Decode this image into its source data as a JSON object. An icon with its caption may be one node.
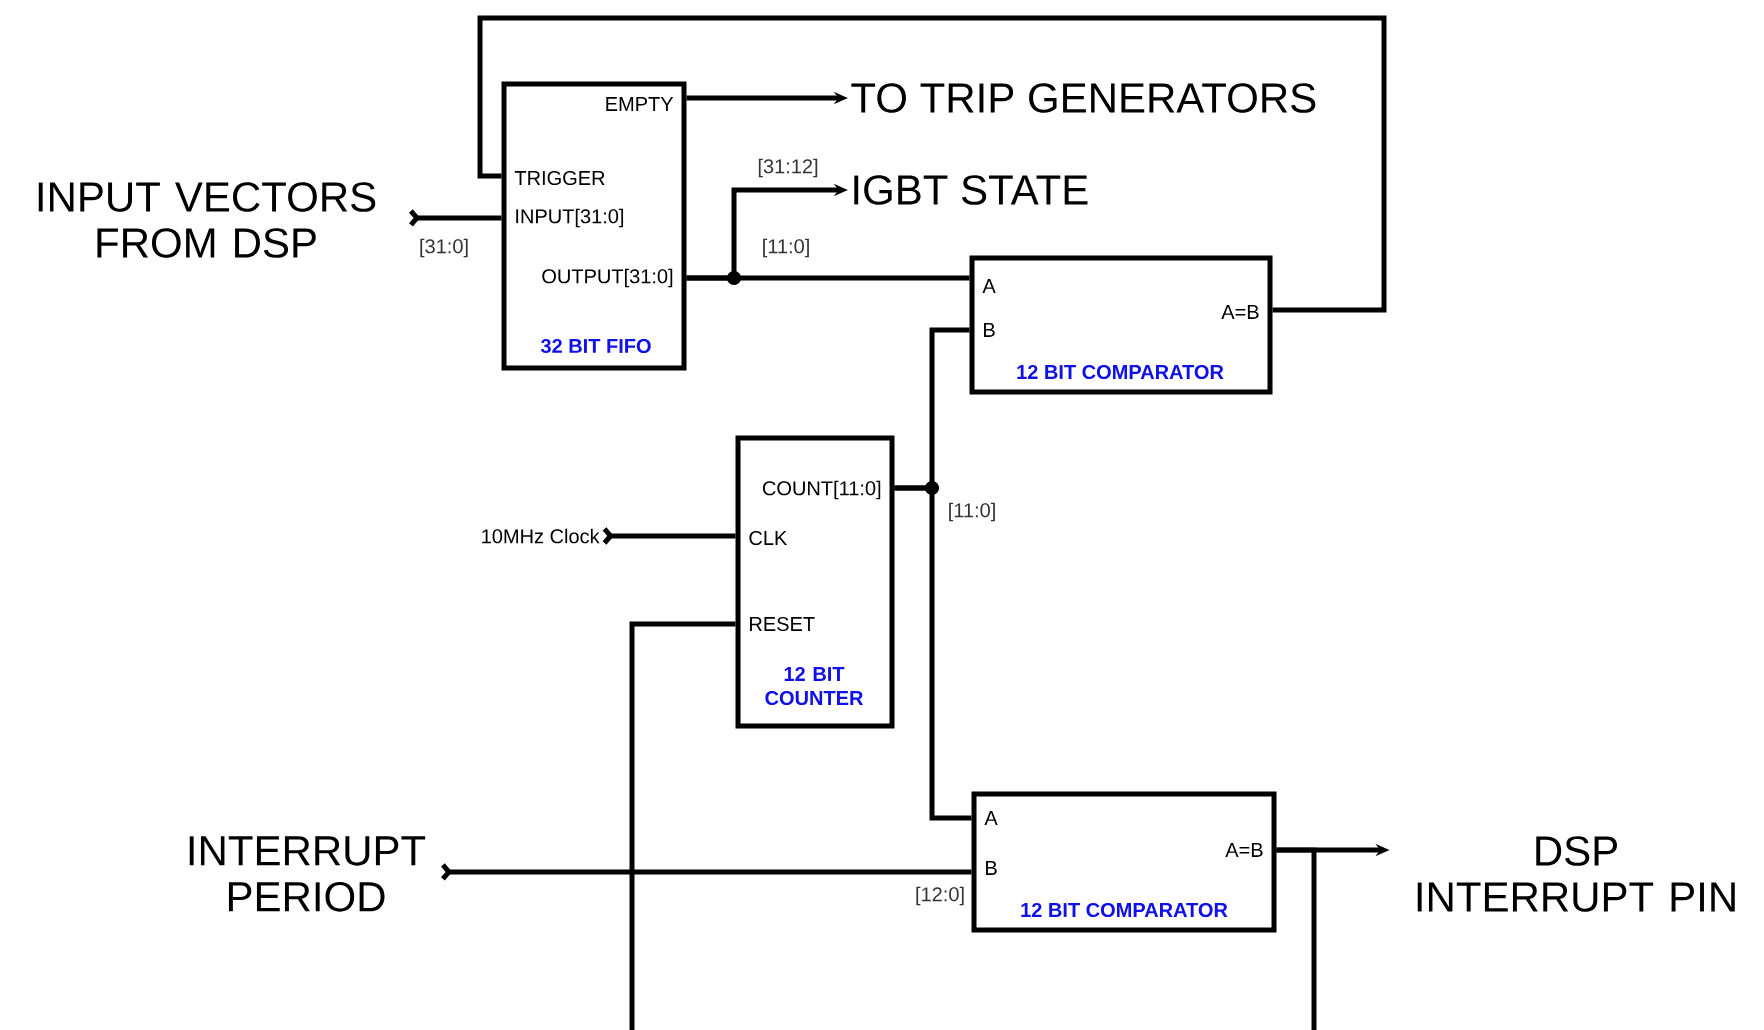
{
  "diagram": {
    "nodes": [
      {
        "text": [
          "EMPTY",
          "TRIGGER",
          "INPUT[31:0]",
          "OUTPUT[31:0]",
          "32 BIT FIFO"
        ]
      },
      {
        "text": [
          "A",
          "B",
          "A=B",
          "12 BIT COMPARATOR"
        ]
      },
      {
        "text": [
          "COUNT[11:0]",
          "CLK",
          "RESET",
          "12 BIT COUNTER"
        ]
      },
      {
        "text": [
          "A",
          "B",
          "A=B",
          "12 BIT COMPARATOR"
        ]
      },
      {
        "text": [
          "INPUT VECTORS FROM DSP"
        ]
      },
      {
        "text": [
          "TO TRIP GENERATORS"
        ]
      },
      {
        "text": [
          "IGBT STATE"
        ]
      },
      {
        "text": [
          "10MHz Clock"
        ]
      },
      {
        "text": [
          "INTERRUPT PERIOD"
        ]
      },
      {
        "text": [
          "DSP INTERRUPT PIN"
        ]
      }
    ],
    "edges": [
      {
        "from": 4,
        "to": 0,
        "arrow": "other",
        "label": "[31:0]"
      },
      {
        "from": 0,
        "to": 5,
        "arrow": "to"
      },
      {
        "from": 0,
        "to": 6,
        "arrow": "to",
        "label": "[31:12]"
      },
      {
        "from": 0,
        "to": 1,
        "arrow": "none",
        "label": "[11:0]"
      },
      {
        "from": 1,
        "to": 0,
        "arrow": "none"
      },
      {
        "from": 2,
        "to": 1,
        "arrow": "none"
      },
      {
        "from": 2,
        "to": 3,
        "arrow": "none",
        "label": "[11:0]"
      },
      {
        "from": 7,
        "to": 2,
        "arrow": "other"
      },
      {
        "from": 8,
        "to": 3,
        "arrow": "other",
        "label": "[12:0]"
      },
      {
        "from": 3,
        "to": 9,
        "arrow": "to"
      },
      {
        "from": 3,
        "to": null,
        "arrow": "none"
      },
      {
        "from": null,
        "to": 2,
        "arrow": "none"
      }
    ]
  }
}
